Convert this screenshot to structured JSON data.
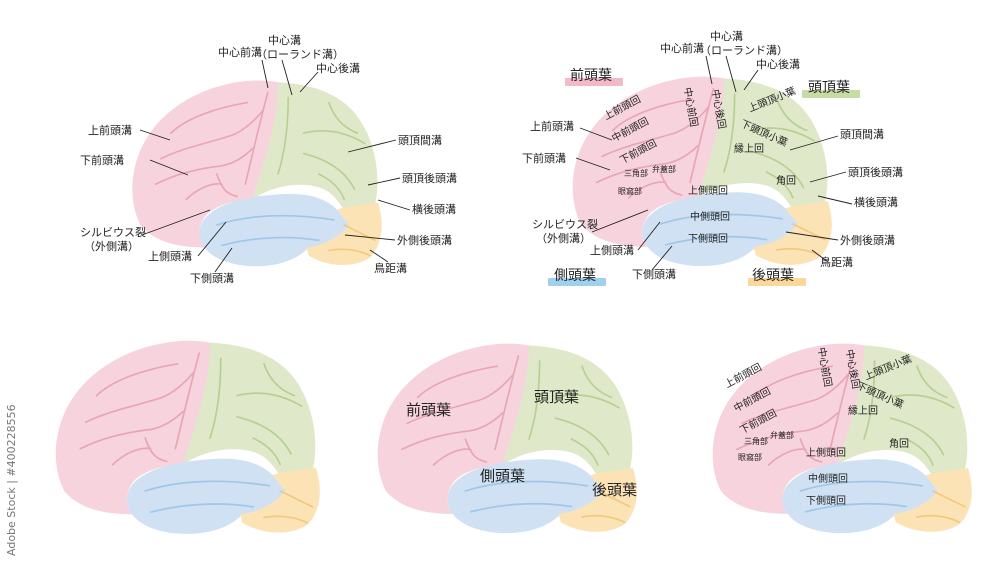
{
  "colors": {
    "frontal": "#f7d3dd",
    "parietal": "#dfe9c9",
    "temporal": "#cfe1f2",
    "occipital": "#fbe3b5",
    "frontal_sulcus": "#e9a5b6",
    "parietal_sulcus": "#b8cf94",
    "temporal_sulcus": "#9fc7ea",
    "occipital_sulcus": "#f2c97d",
    "tag_frontal": "#f2b9c8",
    "tag_parietal": "#c5dca5",
    "tag_temporal": "#9fd0ee",
    "tag_occipital": "#fbd79a"
  },
  "panel1": {
    "central_sulcus": "中心溝",
    "rolandic": "（ローランド溝）",
    "precentral_sulcus": "中心前溝",
    "postcentral_sulcus": "中心後溝",
    "superior_frontal_sulcus": "上前頭溝",
    "inferior_frontal_sulcus": "下前頭溝",
    "intraparietal_sulcus": "頭頂間溝",
    "parieto_occipital_sulcus": "頭頂後頭溝",
    "transverse_occipital_sulcus": "横後頭溝",
    "sylvian_fissure": "シルビウス裂",
    "lateral_sulcus": "（外側溝）",
    "lateral_occipital_sulcus": "外側後頭溝",
    "superior_temporal_sulcus": "上側頭溝",
    "calcarine_sulcus": "鳥距溝",
    "inferior_temporal_sulcus": "下側頭溝"
  },
  "panel2": {
    "central_sulcus": "中心溝",
    "rolandic": "（ローランド溝）",
    "precentral_sulcus": "中心前溝",
    "postcentral_sulcus": "中心後溝",
    "frontal_lobe": "前頭葉",
    "parietal_lobe": "頭頂葉",
    "temporal_lobe": "側頭葉",
    "occipital_lobe": "後頭葉",
    "superior_frontal_sulcus": "上前頭溝",
    "inferior_frontal_sulcus": "下前頭溝",
    "intraparietal_sulcus": "頭頂間溝",
    "parieto_occipital_sulcus": "頭頂後頭溝",
    "transverse_occipital_sulcus": "横後頭溝",
    "sylvian_fissure": "シルビウス裂",
    "lateral_sulcus": "（外側溝）",
    "lateral_occipital_sulcus": "外側後頭溝",
    "superior_temporal_sulcus": "上側頭溝",
    "calcarine_sulcus": "鳥距溝",
    "inferior_temporal_sulcus": "下側頭溝",
    "superior_frontal_gyrus": "上前頭回",
    "middle_frontal_gyrus": "中前頭回",
    "inferior_frontal_gyrus": "下前頭回",
    "precentral_gyrus": "中心前回",
    "postcentral_gyrus": "中心後回",
    "superior_parietal_lobule": "上頭頂小葉",
    "inferior_parietal_lobule": "下頭頂小葉",
    "supramarginal_gyrus": "縁上回",
    "angular_gyrus": "角回",
    "triangular_part": "三角部",
    "opercular_part": "弁蓋部",
    "orbital_part": "眼窩部",
    "superior_temporal_gyrus": "上側頭回",
    "middle_temporal_gyrus": "中側頭回",
    "inferior_temporal_gyrus": "下側頭回"
  },
  "panel4": {
    "frontal_lobe": "前頭葉",
    "parietal_lobe": "頭頂葉",
    "temporal_lobe": "側頭葉",
    "occipital_lobe": "後頭葉"
  },
  "panel5": {
    "superior_frontal_gyrus": "上前頭回",
    "middle_frontal_gyrus": "中前頭回",
    "inferior_frontal_gyrus": "下前頭回",
    "precentral_gyrus": "中心前回",
    "postcentral_gyrus": "中心後回",
    "superior_parietal_lobule": "上頭頂小葉",
    "inferior_parietal_lobule": "下頭頂小葉",
    "supramarginal_gyrus": "縁上回",
    "angular_gyrus": "角回",
    "triangular_part": "三角部",
    "opercular_part": "弁蓋部",
    "orbital_part": "眼窩部",
    "superior_temporal_gyrus": "上側頭回",
    "middle_temporal_gyrus": "中側頭回",
    "inferior_temporal_gyrus": "下側頭回"
  },
  "watermark": {
    "stock_id": "Adobe Stock | #400228556"
  }
}
